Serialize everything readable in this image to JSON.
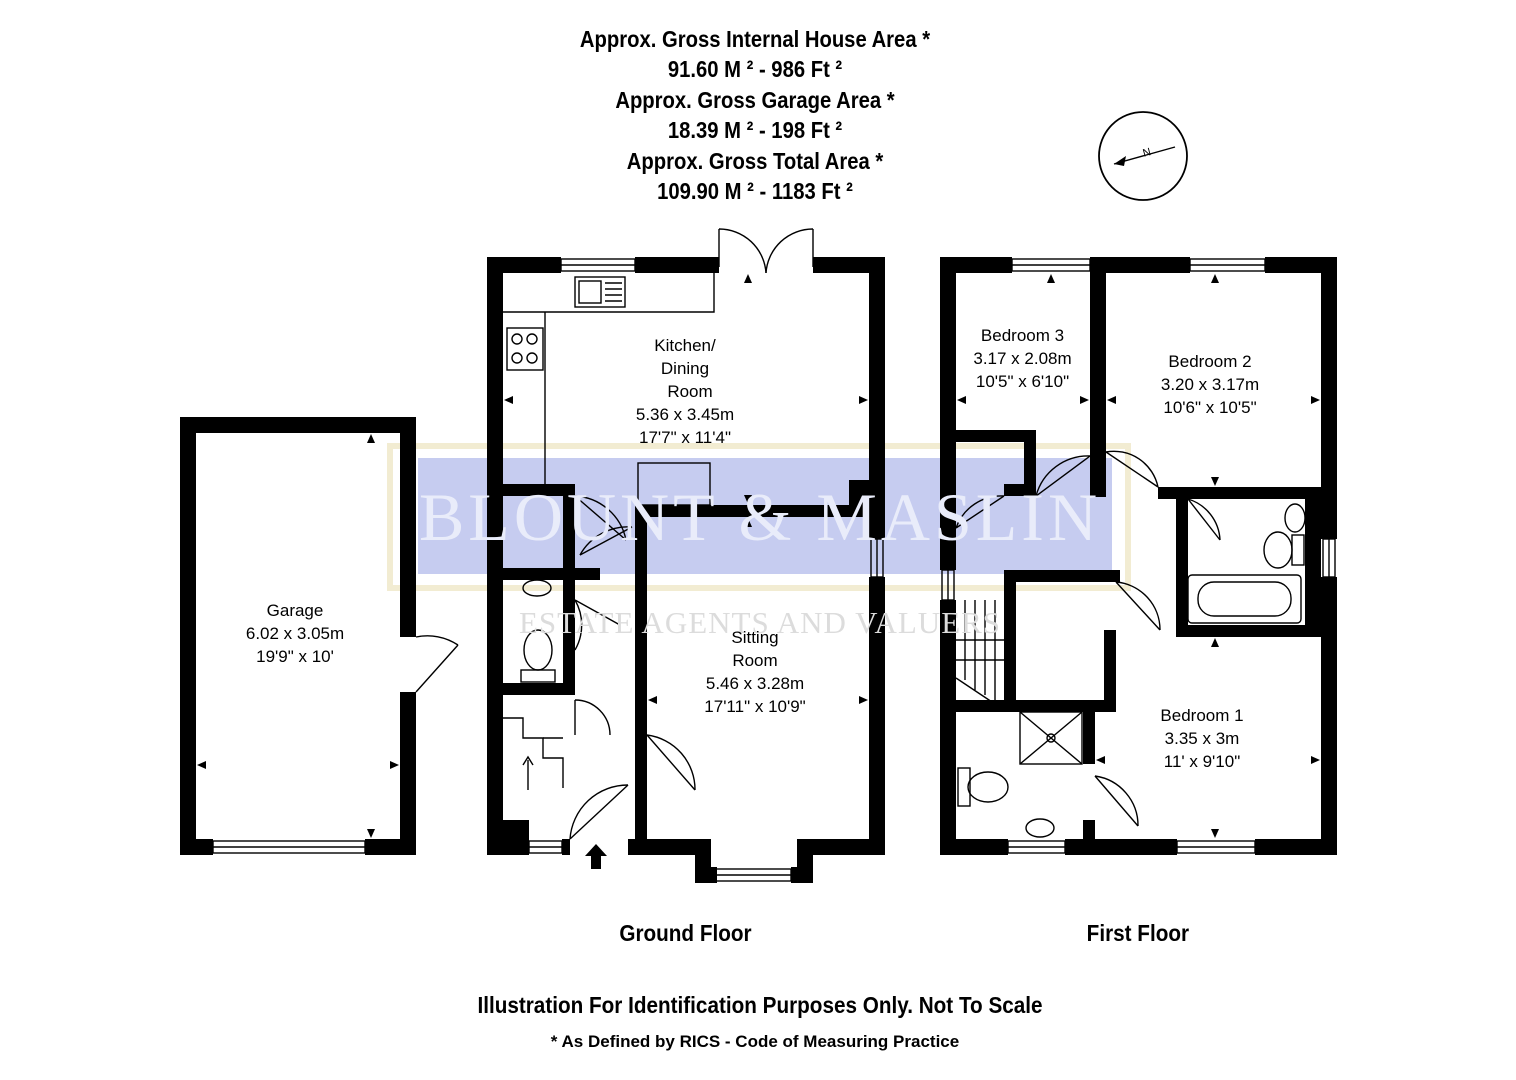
{
  "header": {
    "house_area_label": "Approx. Gross Internal House Area *",
    "house_area_value": "91.60 M ²  -  986 Ft ²",
    "garage_area_label": "Approx. Gross Garage Area *",
    "garage_area_value": "18.39 M ²  -  198 Ft ²",
    "total_area_label": "Approx. Gross Total Area *",
    "total_area_value": "109.90 M ²  -  1183 Ft ²"
  },
  "watermark": {
    "brand": "BLOUNT & MASLIN",
    "tagline": "ESTATE AGENTS AND VALUERS",
    "color": "#c6ccf0"
  },
  "rooms": {
    "kitchen": {
      "line1": "Kitchen/",
      "line2": "Dining",
      "line3": "Room",
      "metric": "5.36 x 3.45m",
      "imperial": "17'7\" x 11'4\""
    },
    "sitting": {
      "line1": "Sitting",
      "line2": "Room",
      "metric": "5.46 x 3.28m",
      "imperial": "17'11\" x 10'9\""
    },
    "garage": {
      "name": "Garage",
      "metric": "6.02 x 3.05m",
      "imperial": "19'9\" x 10'"
    },
    "bedroom3": {
      "name": "Bedroom 3",
      "metric": "3.17 x 2.08m",
      "imperial": "10'5\" x 6'10\""
    },
    "bedroom2": {
      "name": "Bedroom 2",
      "metric": "3.20 x 3.17m",
      "imperial": "10'6\" x 10'5\""
    },
    "bedroom1": {
      "name": "Bedroom 1",
      "metric": "3.35 x 3m",
      "imperial": "11' x 9'10\""
    }
  },
  "floors": {
    "ground": "Ground Floor",
    "first": "First Floor"
  },
  "compass": {
    "letter": "N",
    "icon": "compass-north-icon"
  },
  "footer": {
    "disclaimer": "Illustration For Identification Purposes Only. Not To Scale",
    "note": "* As Defined by RICS - Code of Measuring Practice"
  },
  "colors": {
    "wall": "#000000",
    "background": "#ffffff",
    "watermark_band": "#c6ccf0",
    "watermark_frame": "#f2ecd2"
  }
}
